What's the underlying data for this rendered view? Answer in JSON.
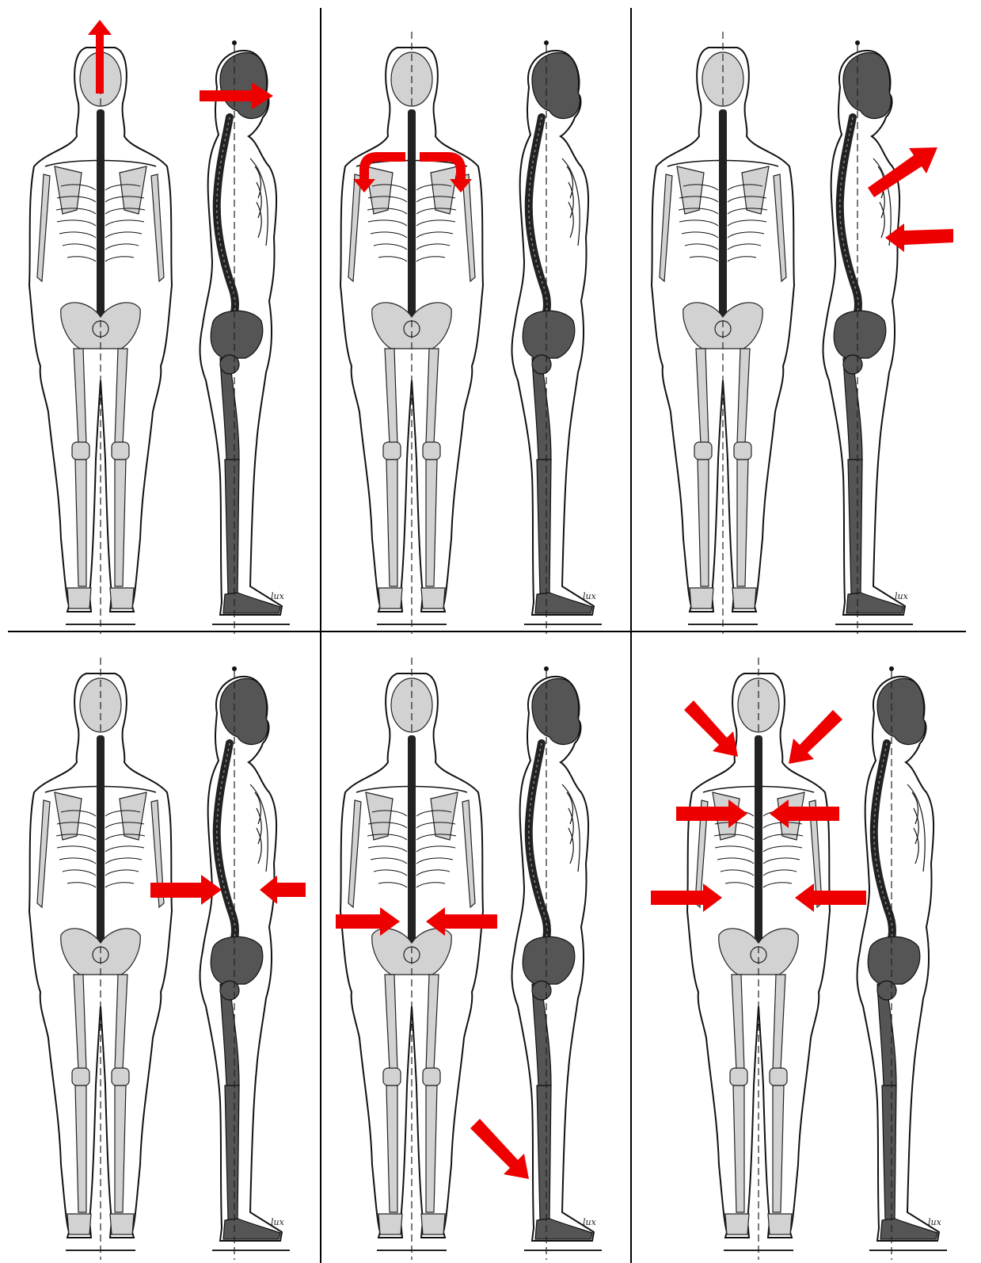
{
  "figure": {
    "artist_signature": "lux",
    "panel_count": 6
  },
  "colors": {
    "arrow": "#ee0000",
    "bone_light": "#d2d2d2",
    "bone_dark": "#555555",
    "outline": "#111111",
    "background": "#ffffff"
  },
  "panels": [
    {
      "id": "p1",
      "arrows": [
        {
          "dir": "up"
        },
        {
          "dir": "right"
        }
      ]
    },
    {
      "id": "p2",
      "arrows": [
        {
          "dir": "curve-left-down"
        },
        {
          "dir": "curve-right-down"
        }
      ]
    },
    {
      "id": "p3",
      "arrows": [
        {
          "dir": "up-right"
        },
        {
          "dir": "left"
        }
      ]
    },
    {
      "id": "p4",
      "arrows": [
        {
          "dir": "right"
        },
        {
          "dir": "left"
        }
      ]
    },
    {
      "id": "p5",
      "arrows": [
        {
          "dir": "right"
        },
        {
          "dir": "left"
        },
        {
          "dir": "down-right"
        }
      ]
    },
    {
      "id": "p6",
      "arrows": [
        {
          "dir": "down-right"
        },
        {
          "dir": "down-left"
        },
        {
          "dir": "right"
        },
        {
          "dir": "left"
        },
        {
          "dir": "right"
        },
        {
          "dir": "left"
        }
      ]
    }
  ]
}
